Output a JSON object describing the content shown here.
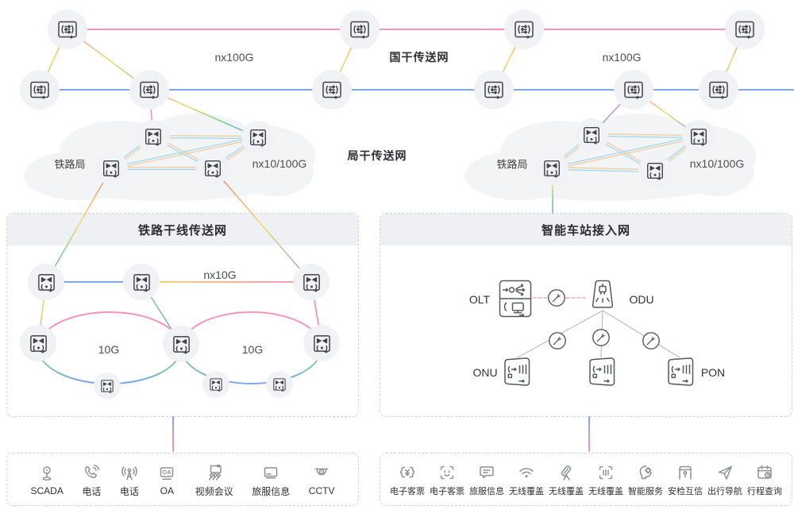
{
  "palette": {
    "pink": "#f893bf",
    "red": "#f2837d",
    "orange": "#f5b36a",
    "yellow": "#f0dc6d",
    "green": "#7fcf8d",
    "blue": "#7fa6ee",
    "mesh_blue": "#a4d9ec",
    "mesh_orange": "#f1cda4",
    "dashed_red": "#ef9a9a",
    "gray_line": "#bdbdbd",
    "node_bg": "#f1f2f5",
    "icon_stroke": "#3f4246",
    "service_icon": "#8d9095",
    "box_border": "#ccd3e3",
    "header_bg": "#eef0f4",
    "cloud": "#f3f4f6"
  },
  "national": {
    "title": "国干传送网",
    "capacity_left": "nx100G",
    "capacity_right": "nx100G"
  },
  "regional": {
    "title": "局干传送网",
    "cloud_left": {
      "name": "铁路局",
      "capacity": "nx10/100G"
    },
    "cloud_right": {
      "name": "铁路局",
      "capacity": "nx10/100G"
    }
  },
  "trunk_box": {
    "title": "铁路干线传送网",
    "top_capacity": "nx10G",
    "ring_left_capacity": "10G",
    "ring_right_capacity": "10G"
  },
  "station_box": {
    "title": "智能车站接入网",
    "olt": "OLT",
    "odu": "ODU",
    "onu": "ONU",
    "pon": "PON"
  },
  "services_left": [
    {
      "icon": "scada-icon",
      "label": "SCADA"
    },
    {
      "icon": "telephone-icon",
      "label": "电话"
    },
    {
      "icon": "radio-tower-icon",
      "label": "电话"
    },
    {
      "icon": "oa-icon",
      "label": "OA"
    },
    {
      "icon": "video-conference-icon",
      "label": "视频会议"
    },
    {
      "icon": "passenger-info-icon",
      "label": "旅服信息"
    },
    {
      "icon": "cctv-icon",
      "label": "CCTV"
    }
  ],
  "services_right": [
    {
      "icon": "e-ticket-icon",
      "label": "电子客票"
    },
    {
      "icon": "face-scan-icon",
      "label": "电子客票"
    },
    {
      "icon": "message-icon",
      "label": "旅服信息"
    },
    {
      "icon": "wifi-icon",
      "label": "无线覆盖"
    },
    {
      "icon": "antenna-panel-icon",
      "label": "无线覆盖"
    },
    {
      "icon": "signal-scan-icon",
      "label": "无线覆盖"
    },
    {
      "icon": "smart-service-icon",
      "label": "智能服务"
    },
    {
      "icon": "security-gate-icon",
      "label": "安检互信"
    },
    {
      "icon": "navigation-icon",
      "label": "出行导航"
    },
    {
      "icon": "itinerary-icon",
      "label": "行程查询"
    }
  ]
}
